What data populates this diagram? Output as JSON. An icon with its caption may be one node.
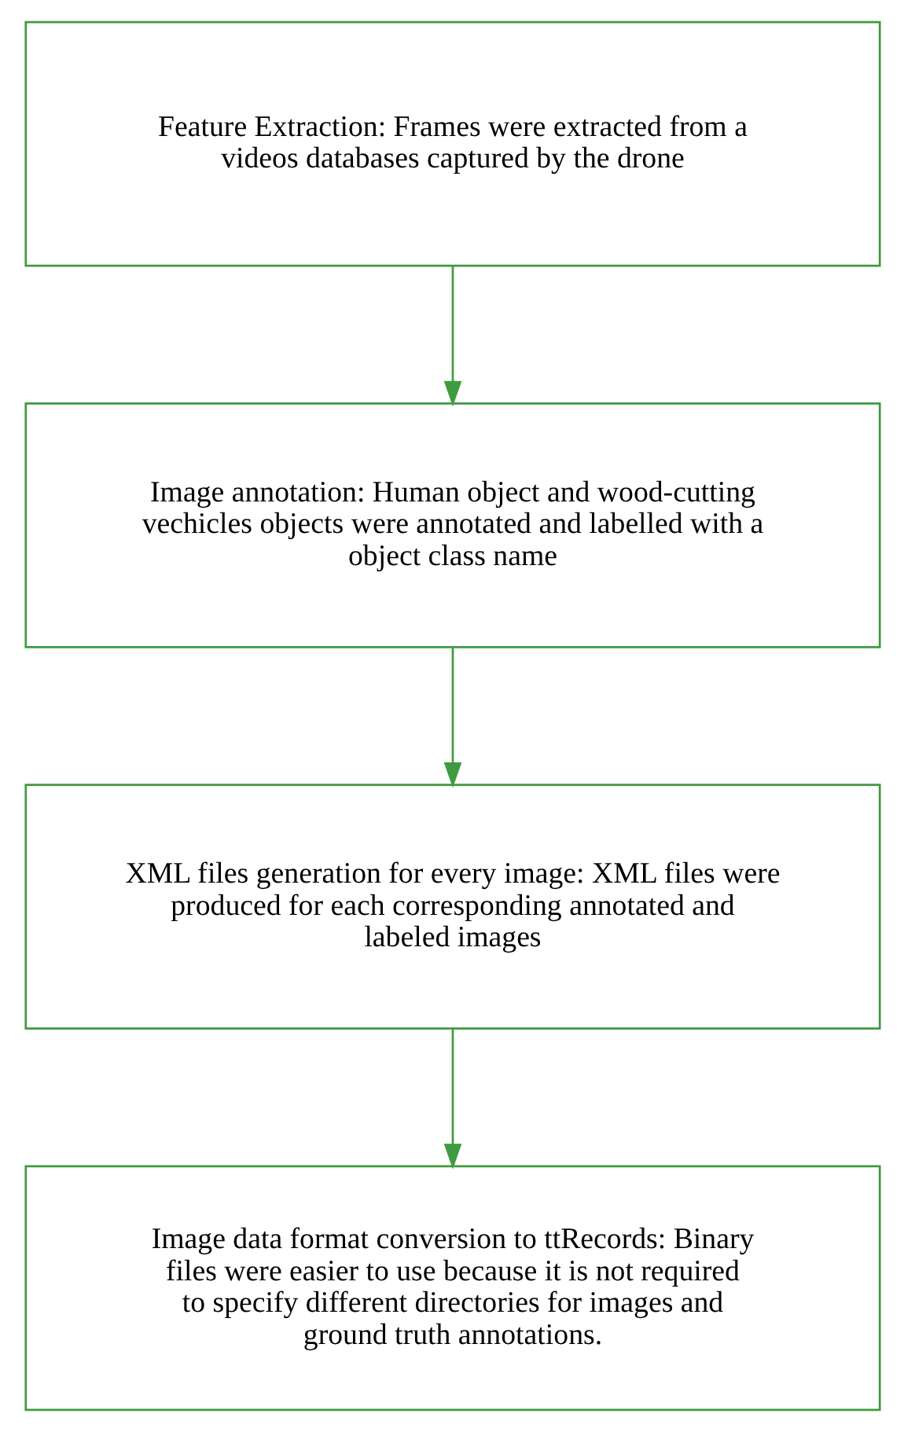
{
  "diagram": {
    "nodes": [
      {
        "text": [
          "Feature Extraction: Frames were extracted from a videos databases captured by the drone"
        ]
      },
      {
        "text": [
          "Image annotation: Human object and wood-cutting vechicles objects were annotated and labelled with a object class name"
        ]
      },
      {
        "text": [
          "XML files generation for every image: XML files were produced for each corresponding annotated and labeled images"
        ]
      },
      {
        "text": [
          "Image data format conversion to ttRecords: Binary files were easier to use because it is not required to specify different directories for images and ground truth annotations."
        ]
      }
    ],
    "edges": [
      {
        "from": 0,
        "to": 1,
        "arrow": "to"
      },
      {
        "from": 1,
        "to": 2,
        "arrow": "to"
      },
      {
        "from": 2,
        "to": 3,
        "arrow": "to"
      }
    ]
  }
}
